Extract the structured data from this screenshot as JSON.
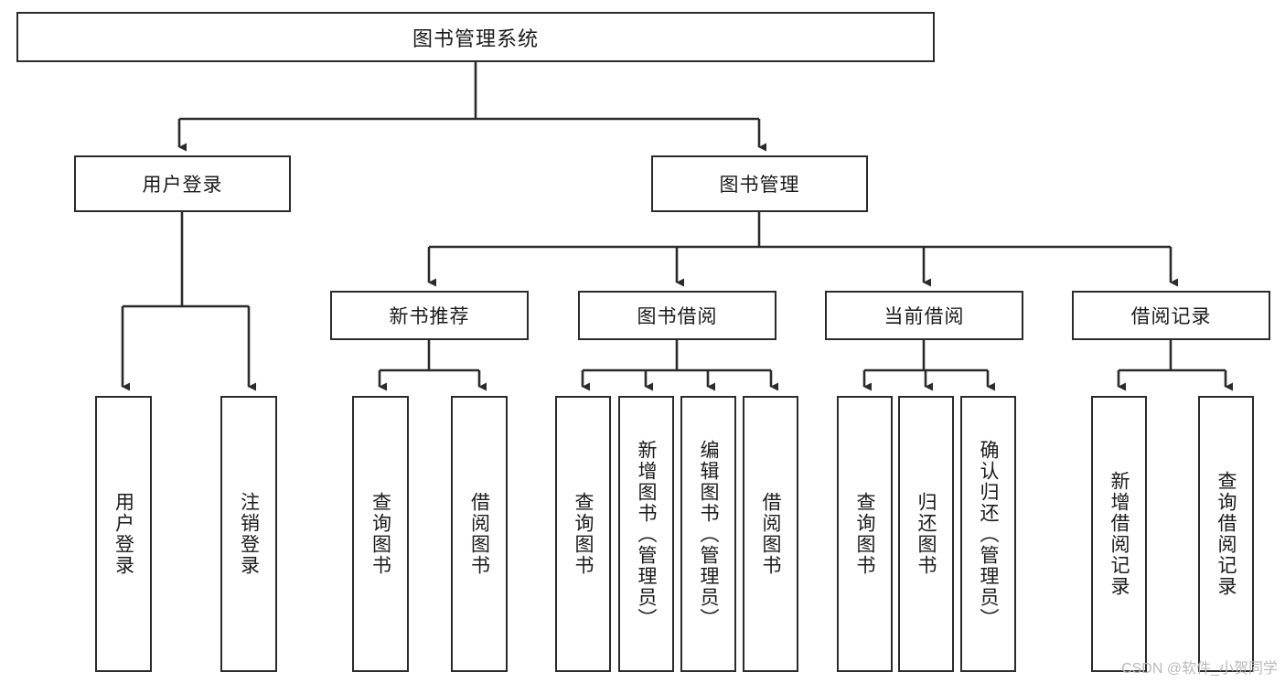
{
  "diagram": {
    "title": "图书管理系统",
    "type": "tree-hierarchy-diagram",
    "colors": {
      "box_border": "#2b2b2b",
      "box_fill": "#ffffff",
      "connector": "#2b2b2b",
      "background": "#ffffff",
      "watermark": "#b9b9b9"
    },
    "root": {
      "label": "图书管理系统"
    },
    "level2": [
      {
        "label": "用户登录"
      },
      {
        "label": "图书管理"
      }
    ],
    "level3": [
      {
        "label": "新书推荐"
      },
      {
        "label": "图书借阅"
      },
      {
        "label": "当前借阅"
      },
      {
        "label": "借阅记录"
      }
    ],
    "leaves": {
      "user_login": [
        {
          "label": "用户登录"
        },
        {
          "label": "注销登录"
        }
      ],
      "new_book_recommend": [
        {
          "label": "查询图书"
        },
        {
          "label": "借阅图书"
        }
      ],
      "book_borrow": [
        {
          "label": "查询图书"
        },
        {
          "label": "新增图书（管理员）"
        },
        {
          "label": "编辑图书（管理员）"
        },
        {
          "label": "借阅图书"
        }
      ],
      "current_borrow": [
        {
          "label": "查询图书"
        },
        {
          "label": "归还图书"
        },
        {
          "label": "确认归还（管理员）"
        }
      ],
      "borrow_record": [
        {
          "label": "新增借阅记录"
        },
        {
          "label": "查询借阅记录"
        }
      ]
    }
  },
  "watermark": {
    "text": "CSDN @软件_小贺同学"
  }
}
